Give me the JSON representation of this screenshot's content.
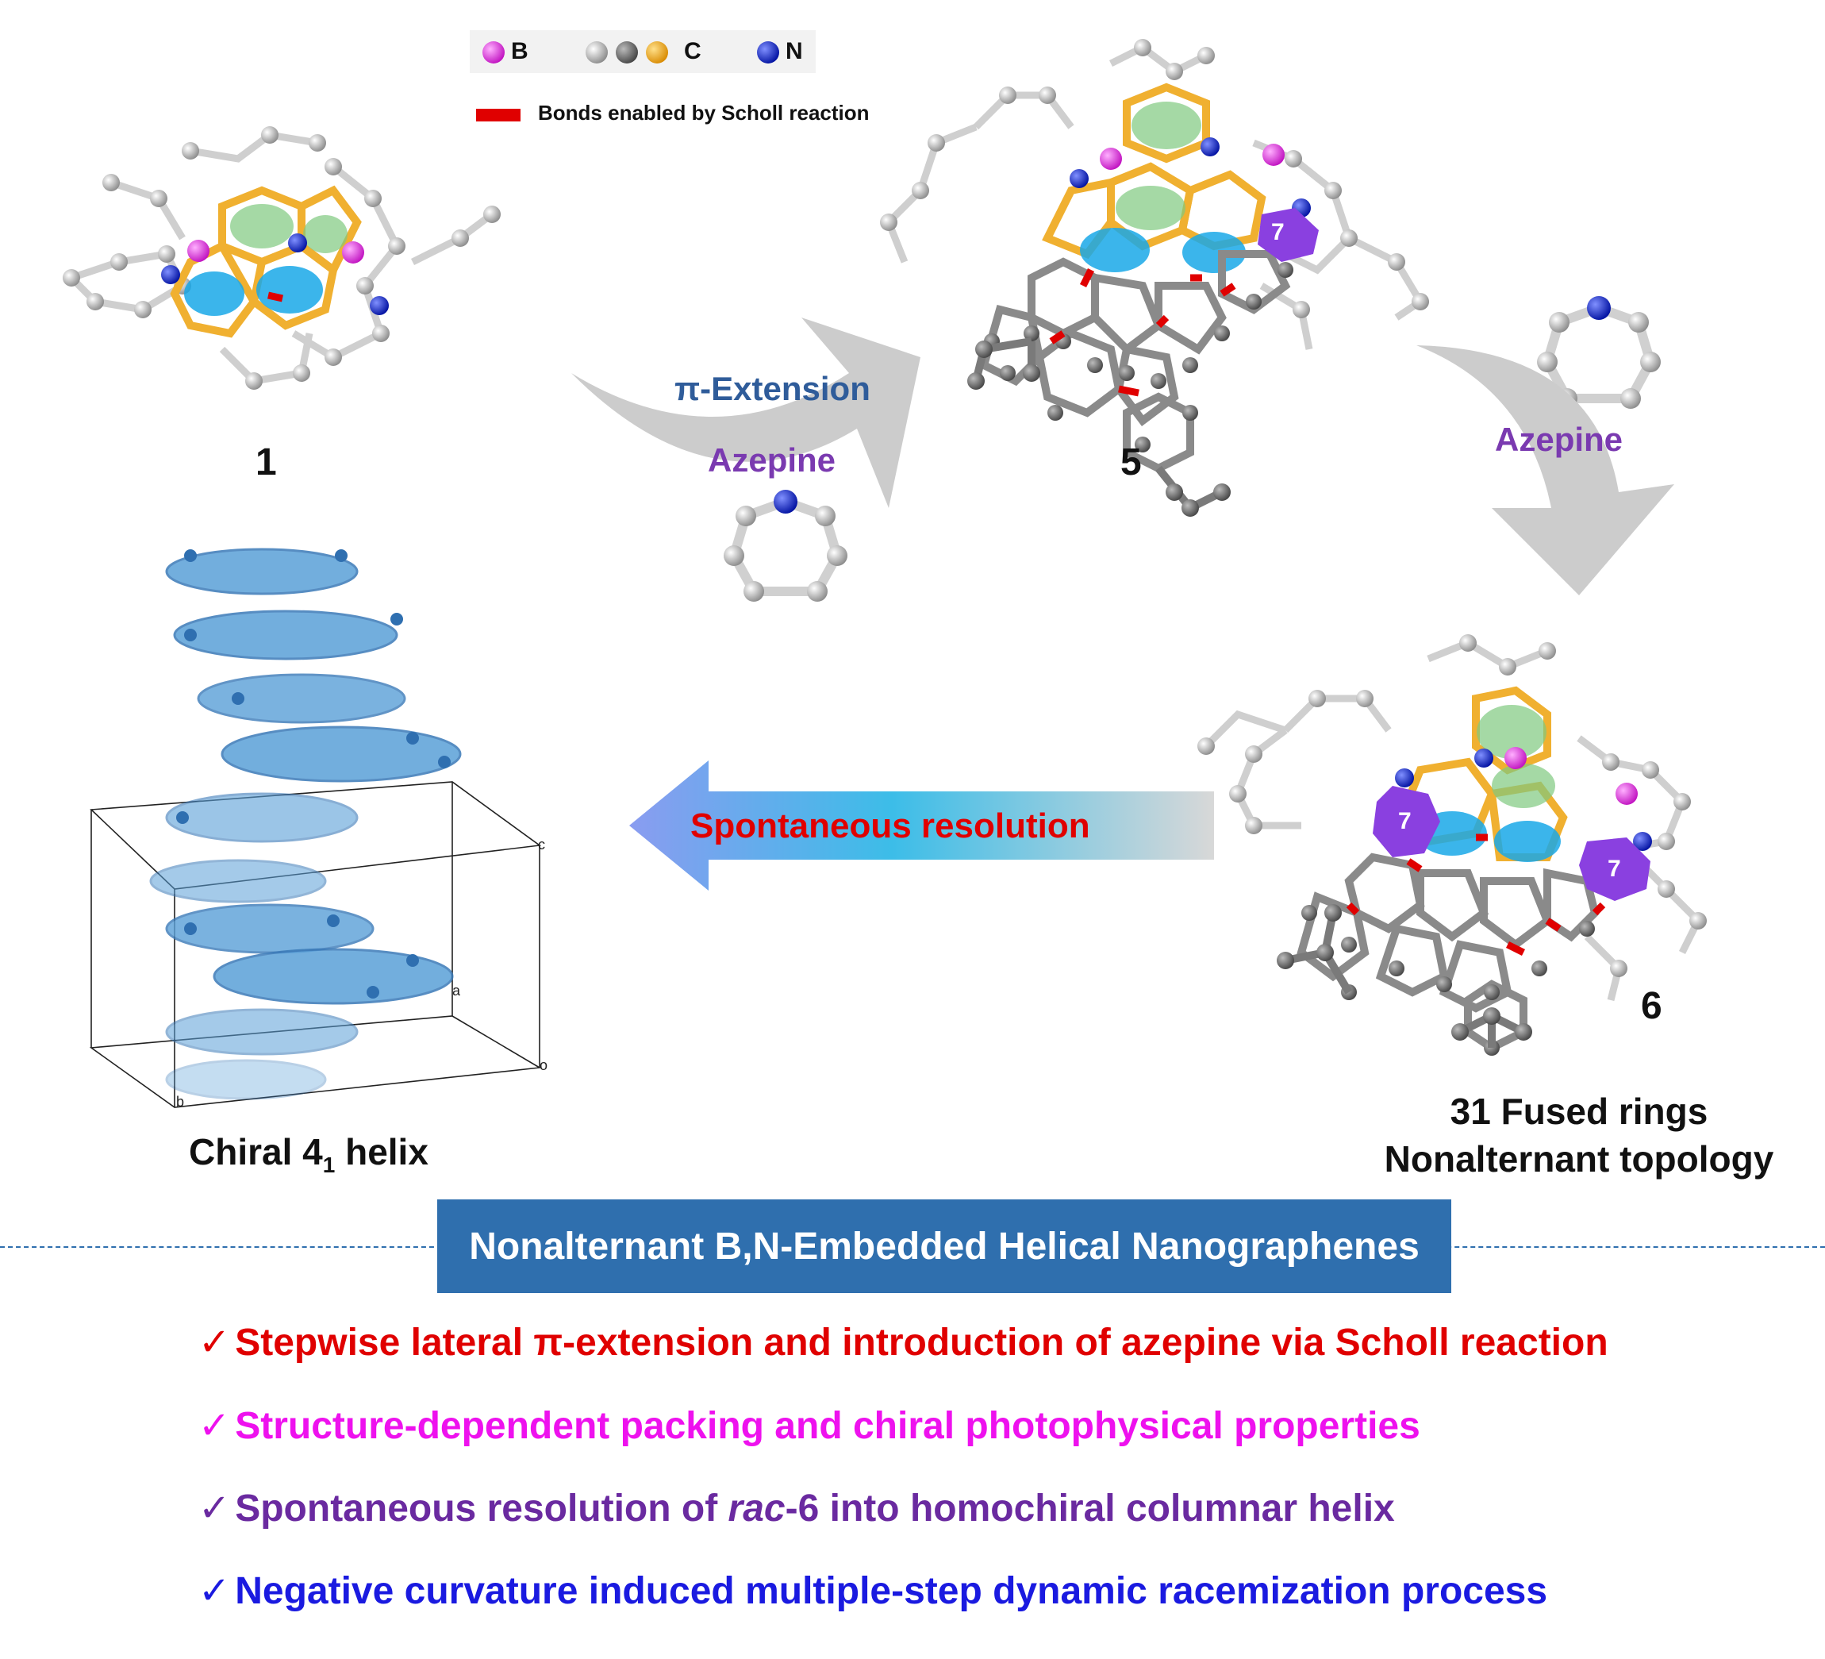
{
  "legend": {
    "boron_label": "B",
    "carbon_label": "C",
    "nitrogen_label": "N",
    "scholl_label": "Bonds enabled by Scholl reaction"
  },
  "compounds": {
    "c1": "1",
    "c5": "5",
    "c6": "6",
    "ring7": "7"
  },
  "arrow_top": {
    "line1": "π-Extension",
    "line2": "Azepine"
  },
  "arrow_right": {
    "label": "Azepine"
  },
  "arrow_left": {
    "label": "Spontaneous resolution"
  },
  "six_caption": {
    "line1": "31 Fused rings",
    "line2": "Nonalternant topology"
  },
  "helix": {
    "caption_main": "Chiral 4",
    "caption_sub": "1",
    "caption_tail": " helix",
    "axis_c": "c",
    "axis_a": "a",
    "axis_b": "b",
    "axis_o": "o"
  },
  "banner": {
    "title": "Nonalternant B,N-Embedded Helical Nanographenes"
  },
  "bullets": {
    "check": "✓",
    "b1": "Stepwise lateral π-extension and introduction of azepine via Scholl reaction",
    "b2": "Structure-dependent packing and chiral photophysical properties",
    "b3_pre": "Spontaneous resolution of ",
    "b3_em": "rac",
    "b3_post": "-6 into homochiral columnar helix",
    "b4": "Negative curvature induced multiple-step dynamic racemization process"
  },
  "colors": {
    "boron": "#e040e0",
    "carbon_light": "#c8c8c8",
    "carbon_dark": "#7a7a7a",
    "carbon_orange": "#f0a820",
    "nitrogen": "#1020d0",
    "scholl_bond": "#e00000",
    "azepine_ring": "#8a40e0",
    "banner": "#2f6fae",
    "bullet1": "#e00000",
    "bullet2": "#ee11ee",
    "bullet3": "#6a2aa0",
    "bullet4": "#1a1ae0",
    "helix": "#4a90d0"
  }
}
